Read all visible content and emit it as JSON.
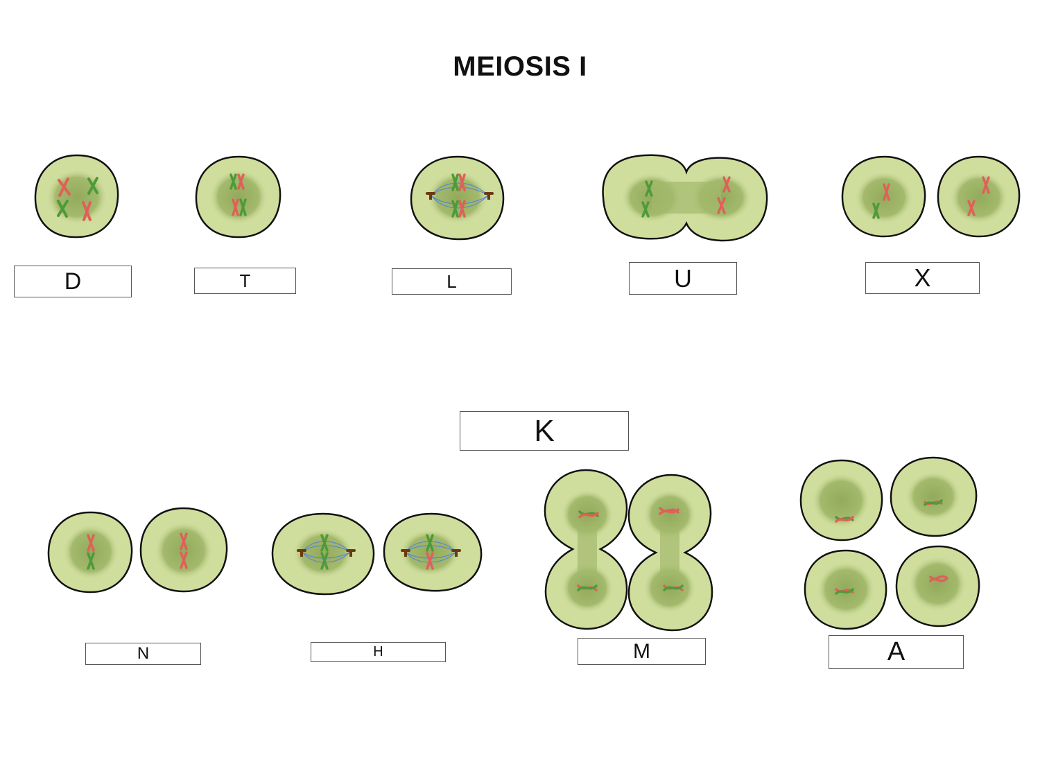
{
  "title": "MEIOSIS I",
  "labels": {
    "D": "D",
    "T": "T",
    "L": "L",
    "U": "U",
    "X": "X",
    "K": "K",
    "N": "N",
    "H": "H",
    "M": "M",
    "A": "A"
  },
  "colors": {
    "cytoplasm": "#cfdd9d",
    "nucleus": "#8fa85a",
    "outline": "#111111",
    "chromosome_red": "#e06059",
    "chromosome_green": "#4e9a3a",
    "spindle": "#5b88c9",
    "centrosome": "#6b3a12"
  }
}
